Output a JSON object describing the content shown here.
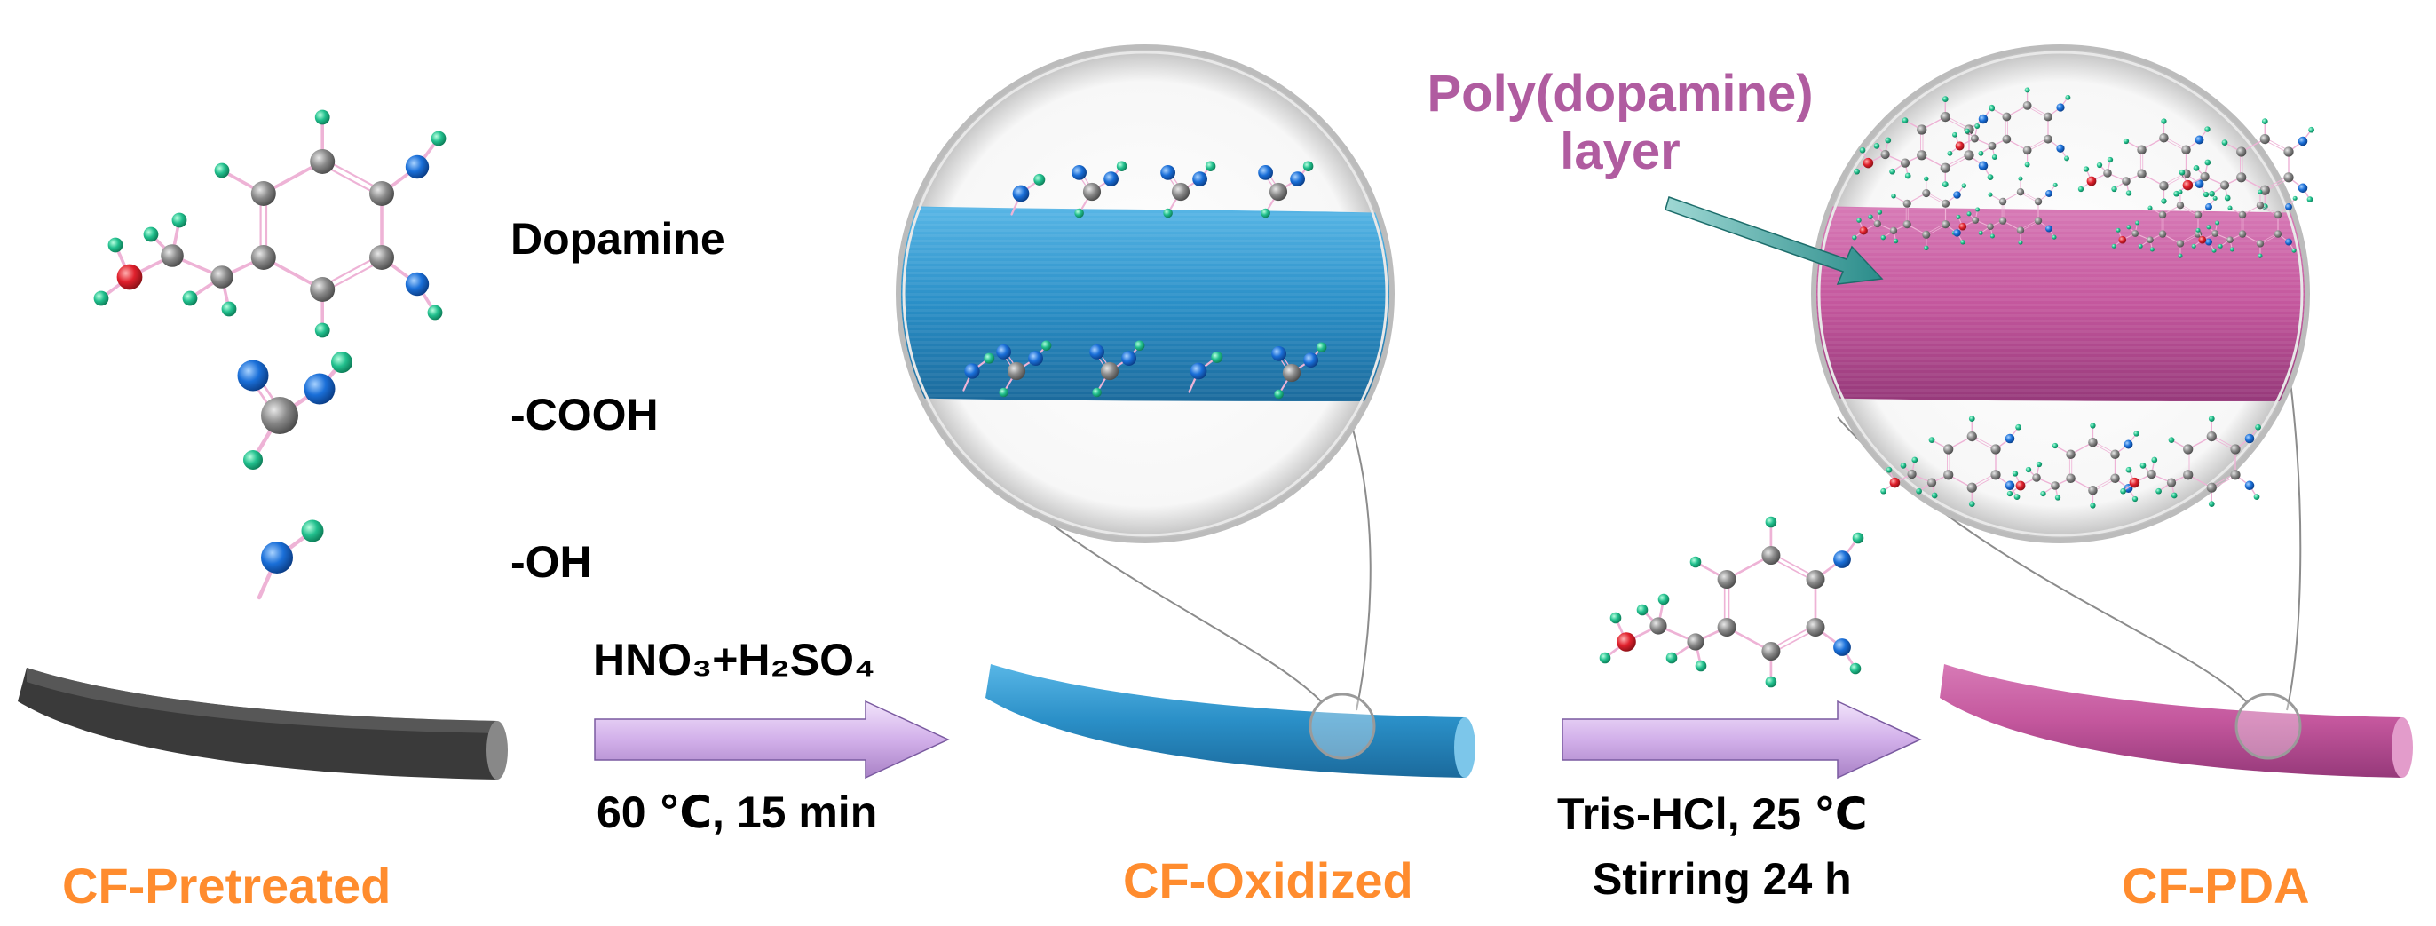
{
  "legend": {
    "dopamine": "Dopamine",
    "cooh": "-COOH",
    "oh": "-OH"
  },
  "stages": {
    "pretreated": "CF-Pretreated",
    "oxidized": "CF-Oxidized",
    "pda": "CF-PDA"
  },
  "step1": {
    "reagents": "HNO₃+H₂SO₄",
    "conditions": "60 ℃, 15 min"
  },
  "step2": {
    "line1": "Tris-HCl, 25 ℃",
    "line2": "Stirring 24 h"
  },
  "pda_layer": {
    "line1": "Poly(dopamine)",
    "line2": "layer"
  },
  "colors": {
    "stage_label": "#ff8c2e",
    "pda_label": "#b05ca0",
    "fiber_pretreated": "#3a3a3a",
    "fiber_oxidized": "#2b93c8",
    "fiber_pda": "#c4579d",
    "arrow": "#d7b7ec",
    "atom_carbon": "#808080",
    "atom_hydrogen": "#22c08e",
    "atom_oxygen_blue": "#1a6fd8",
    "atom_oxygen_red": "#e0202c",
    "bond": "#f0b8dc"
  }
}
